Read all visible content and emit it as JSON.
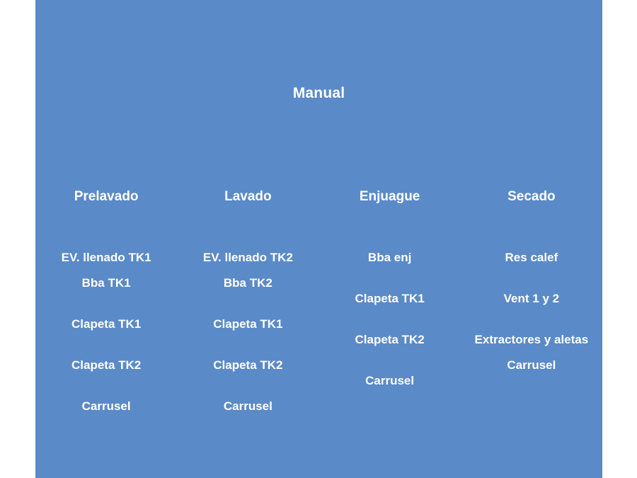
{
  "theme": {
    "panel_bg": "#5b8ac8",
    "page_bg": "#ffffff",
    "text_color": "#ffffff"
  },
  "slide": {
    "title": "Manual"
  },
  "columns": [
    {
      "header": "Prelavado",
      "items": [
        "EV. llenado TK1",
        "Bba TK1",
        "Clapeta TK1",
        "Clapeta TK2",
        "Carrusel"
      ]
    },
    {
      "header": "Lavado",
      "items": [
        "EV. llenado TK2",
        "Bba TK2",
        "Clapeta TK1",
        "Clapeta TK2",
        "Carrusel"
      ]
    },
    {
      "header": "Enjuague",
      "items": [
        "Bba enj",
        "Clapeta TK1",
        "Clapeta TK2",
        "Carrusel"
      ]
    },
    {
      "header": "Secado",
      "items": [
        "Res calef",
        "Vent 1 y 2",
        "Extractores y aletas",
        "Carrusel"
      ]
    }
  ]
}
